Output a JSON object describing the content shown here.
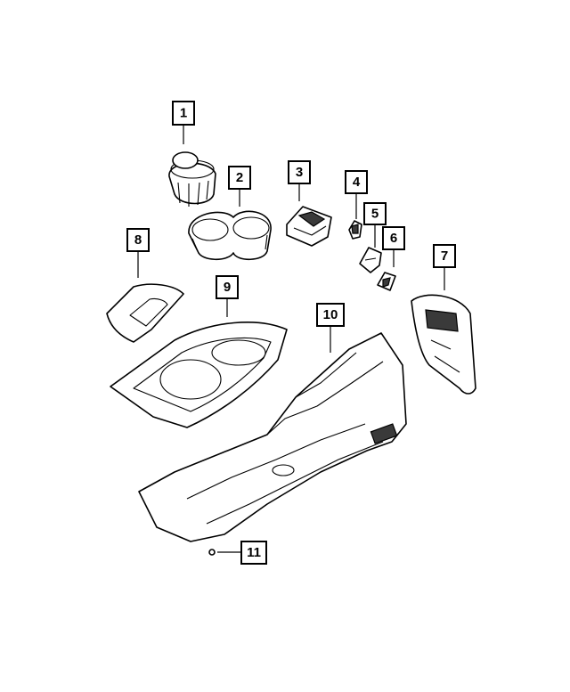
{
  "callouts": [
    {
      "id": "1",
      "label": "1"
    },
    {
      "id": "2",
      "label": "2"
    },
    {
      "id": "3",
      "label": "3"
    },
    {
      "id": "4",
      "label": "4"
    },
    {
      "id": "5",
      "label": "5"
    },
    {
      "id": "6",
      "label": "6"
    },
    {
      "id": "7",
      "label": "7"
    },
    {
      "id": "8",
      "label": "8"
    },
    {
      "id": "9",
      "label": "9"
    },
    {
      "id": "10",
      "label": "10"
    },
    {
      "id": "11",
      "label": "11"
    }
  ],
  "colors": {
    "line": "#000000",
    "background": "#ffffff",
    "shade": "#3a3a3a"
  }
}
